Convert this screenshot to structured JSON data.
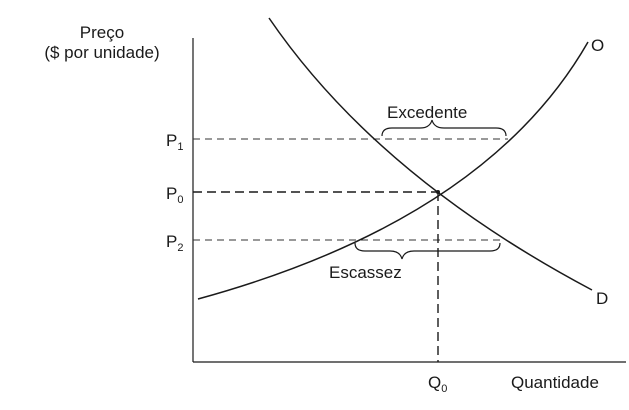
{
  "chart_data": {
    "type": "line",
    "ylabel_lines": [
      "Preço",
      "($ por unidade)"
    ],
    "xlabel": "Quantidade",
    "y_ticks": [
      {
        "base": "P",
        "sub": "1",
        "level": "high"
      },
      {
        "base": "P",
        "sub": "0",
        "level": "equilibrium"
      },
      {
        "base": "P",
        "sub": "2",
        "level": "low"
      }
    ],
    "x_ticks": [
      {
        "base": "Q",
        "sub": "0"
      }
    ],
    "series": [
      {
        "name": "O",
        "role": "supply",
        "color": "#1a1a1a"
      },
      {
        "name": "D",
        "role": "demand",
        "color": "#1a1a1a"
      }
    ],
    "annotations": [
      {
        "text": "Excedente",
        "at": "P1"
      },
      {
        "text": "Escassez",
        "at": "P2"
      }
    ],
    "grid": false
  }
}
